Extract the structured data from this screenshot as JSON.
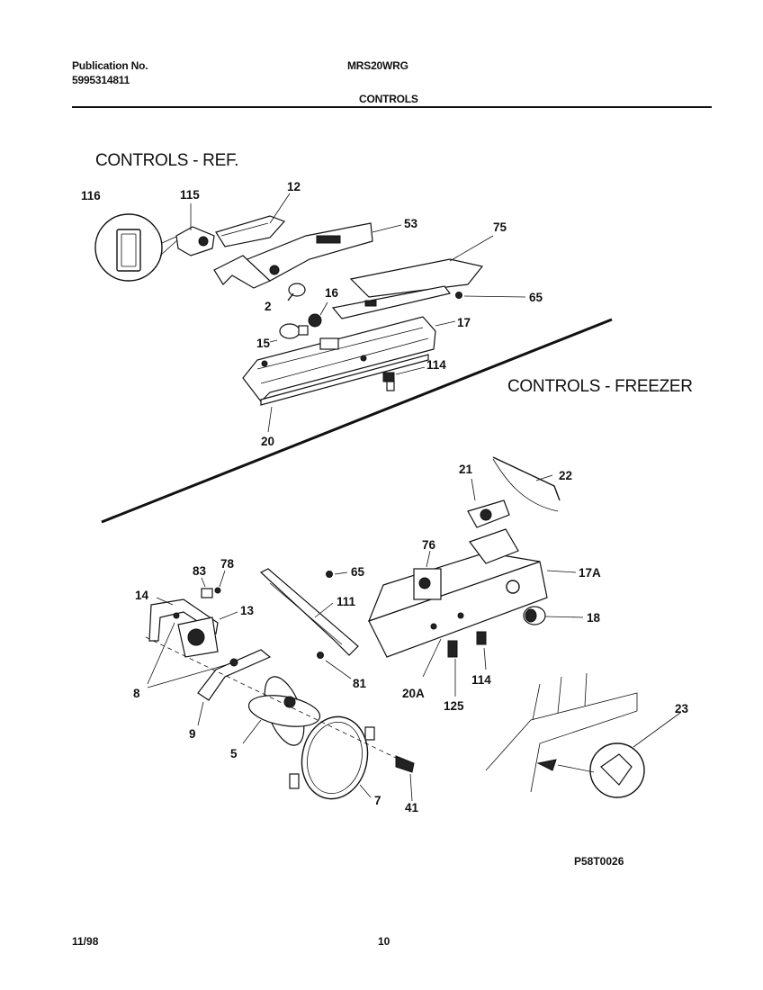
{
  "header": {
    "publication_label": "Publication No.",
    "publication_number": "5995314811",
    "model": "MRS20WRG",
    "section": "CONTROLS"
  },
  "sections": {
    "ref_title": "CONTROLS - REF.",
    "freezer_title": "CONTROLS - FREEZER"
  },
  "callouts": {
    "c116": "116",
    "c115": "115",
    "c12": "12",
    "c53": "53",
    "c75": "75",
    "c65a": "65",
    "c2": "2",
    "c16": "16",
    "c15": "15",
    "c17": "17",
    "c114a": "114",
    "c20": "20",
    "c21": "21",
    "c22": "22",
    "c76": "76",
    "c17A": "17A",
    "c18": "18",
    "c83": "83",
    "c78": "78",
    "c65b": "65",
    "c14": "14",
    "c111": "111",
    "c13": "13",
    "c8": "8",
    "c81": "81",
    "c20A": "20A",
    "c114b": "114",
    "c125": "125",
    "c9": "9",
    "c5": "5",
    "c23": "23",
    "c7": "7",
    "c41": "41"
  },
  "footer": {
    "drawing_code": "P58T0026",
    "date": "11/98",
    "page": "10"
  }
}
